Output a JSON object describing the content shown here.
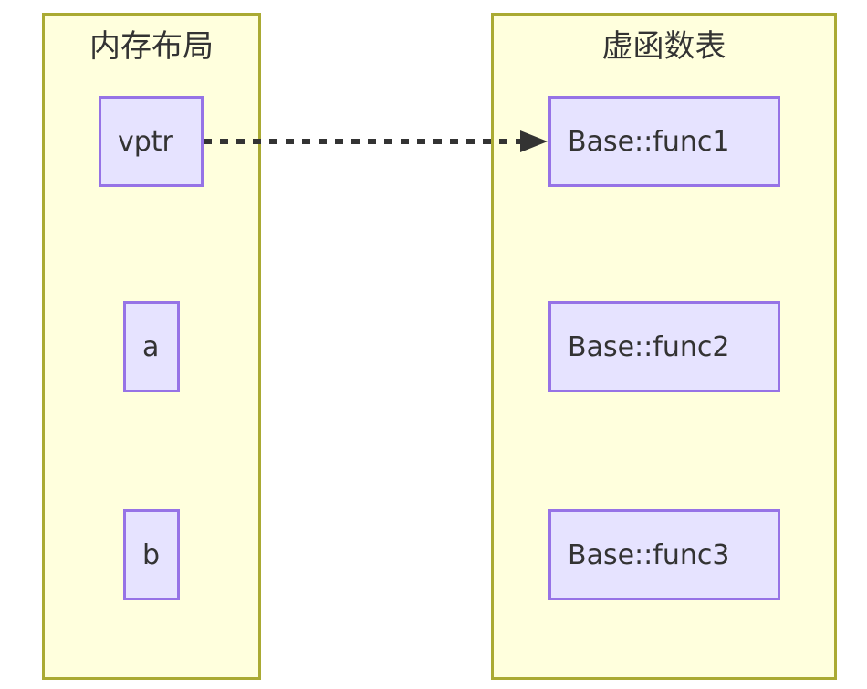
{
  "diagram": {
    "title": "C++ object memory layout and virtual function table",
    "background": "#ffffff",
    "panel_fill": "#ffffdd",
    "panel_border": "#aaaa33",
    "node_fill": "#e6e3ff",
    "node_border": "#9673e6",
    "text_color": "#333333",
    "arrow_color": "#333333"
  },
  "panels": [
    {
      "id": "memory-layout",
      "title": "内存布局",
      "nodes": [
        {
          "id": "vptr",
          "label": "vptr"
        },
        {
          "id": "a",
          "label": "a"
        },
        {
          "id": "b",
          "label": "b"
        }
      ]
    },
    {
      "id": "vtable",
      "title": "虚函数表",
      "nodes": [
        {
          "id": "func1",
          "label": "Base::func1"
        },
        {
          "id": "func2",
          "label": "Base::func2"
        },
        {
          "id": "func3",
          "label": "Base::func3"
        }
      ]
    }
  ],
  "connections": [
    {
      "id": "vptr-to-func1",
      "from": "vptr",
      "to": "func1",
      "style": "dashed",
      "arrowhead": "filled-triangle",
      "label": ""
    }
  ]
}
